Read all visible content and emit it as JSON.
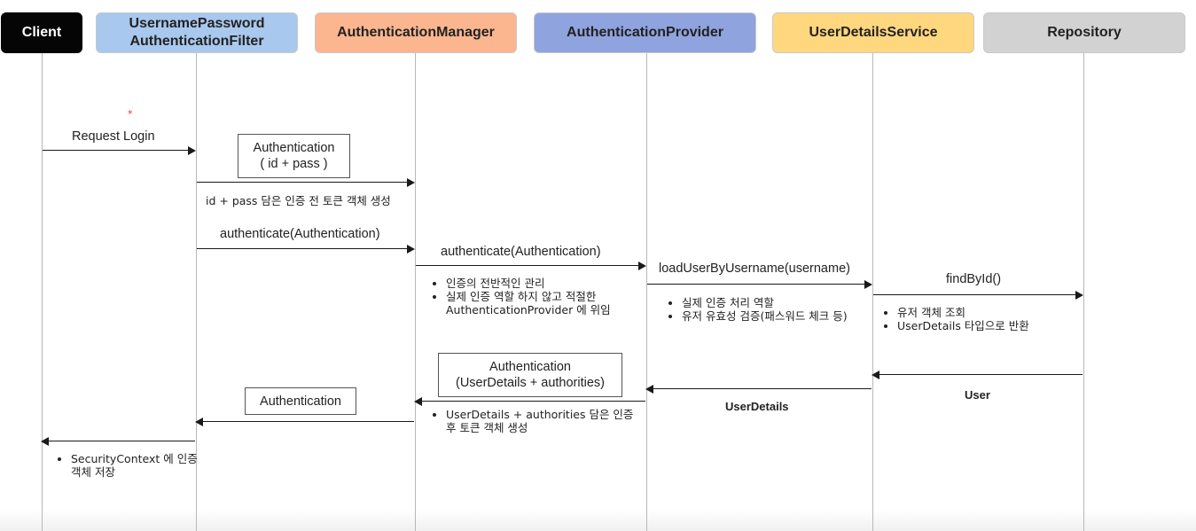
{
  "participants": {
    "client": "Client",
    "filter": "UsernamePassword\nAuthenticationFilter",
    "manager": "AuthenticationManager",
    "provider": "AuthenticationProvider",
    "uds": "UserDetailsService",
    "repo": "Repository"
  },
  "colors": {
    "client": "#050505",
    "filter": "#a9c8ee",
    "manager": "#fbb690",
    "provider": "#8fa3de",
    "uds": "#ffd77f",
    "repo": "#d2d2d2"
  },
  "marker": "*",
  "messages": {
    "request_login": "Request Login",
    "id_pass_note": "id + pass 담은 인증 전 토큰 객체 생성",
    "authenticate_1": "authenticate(Authentication)",
    "authenticate_2": "authenticate(Authentication)",
    "load_user": "loadUserByUsername(username)",
    "find_by_id": "findById()",
    "user_return": "User",
    "userdetails_return": "UserDetails"
  },
  "boxes": {
    "auth_before": "Authentication\n( id + pass )",
    "auth_after": "Authentication\n(UserDetails +  authorities)",
    "auth_final": "Authentication"
  },
  "notes": {
    "manager": [
      "인증의 전반적인 관리",
      "실제 인증 역할 하지 않고 적절한 AuthenticationProvider 에 위임"
    ],
    "provider": [
      "실제 인증 처리 역할",
      "유저 유효성 검증(패스워드 체크 등)"
    ],
    "uds": [
      "유저 객체 조회",
      "UserDetails 타입으로 반환"
    ],
    "after_token": [
      "UserDetails +  authorities 담은 인증 후 토큰 객체 생성"
    ],
    "security_context": [
      "SecurityContext 에 인증 객체 저장"
    ]
  }
}
